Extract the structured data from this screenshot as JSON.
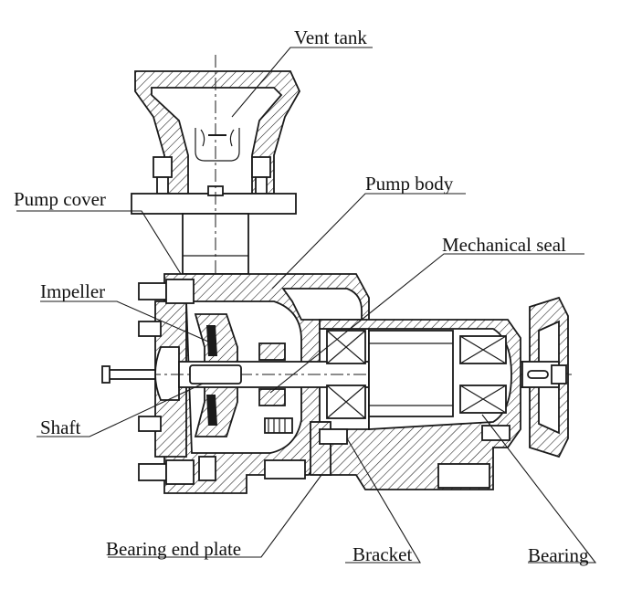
{
  "labels": {
    "vent_tank": "Vent tank",
    "pump_body": "Pump body",
    "pump_cover": "Pump cover",
    "mechanical_seal": "Mechanical seal",
    "impeller": "Impeller",
    "shaft": "Shaft",
    "bearing_end_plate": "Bearing end plate",
    "bracket": "Bracket",
    "bearing": "Bearing"
  },
  "colors": {
    "ink": "#1a1a1a",
    "background": "#ffffff"
  }
}
